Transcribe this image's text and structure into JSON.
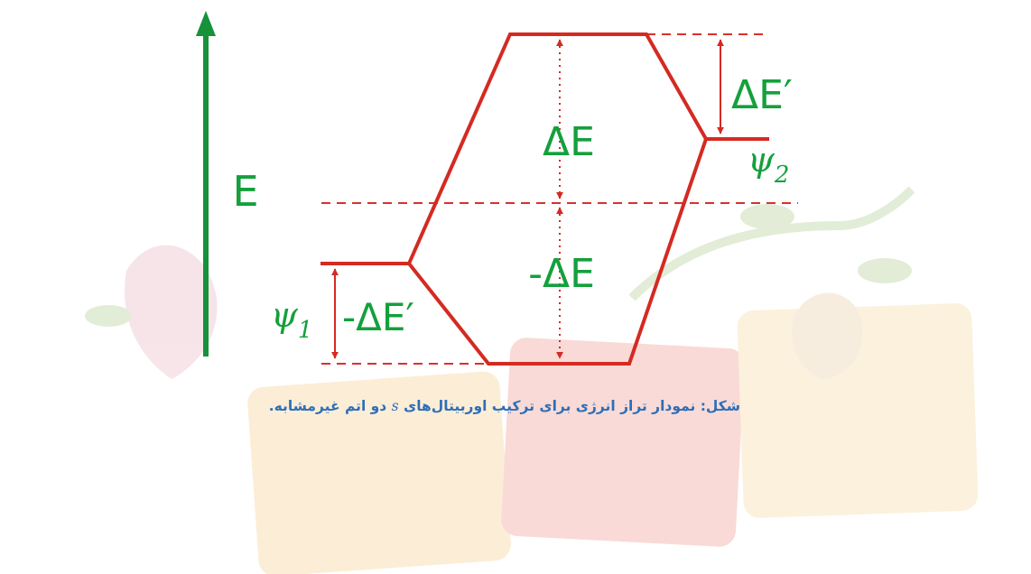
{
  "energy_axis_label": "E",
  "levels": {
    "psi1": {
      "symbol": "ψ",
      "subscript": "1"
    },
    "psi2": {
      "symbol": "ψ",
      "subscript": "2"
    }
  },
  "gap_labels": {
    "delta_e_upper": "ΔE",
    "delta_e_lower": "-ΔE",
    "delta_e_prime_upper": "ΔE′",
    "delta_e_prime_lower": "-ΔE′"
  },
  "caption": {
    "prefix": "شکل: نمودار تراز انرژی برای ترکیب اوربیتال‌های ",
    "variable": "s",
    "suffix": " دو اتم غیرمشابه."
  },
  "colors": {
    "axis": "#17913a",
    "label": "#14a03c",
    "level_line": "#d42a22",
    "dashed": "#d9312b",
    "caption": "#2e6fb8"
  }
}
